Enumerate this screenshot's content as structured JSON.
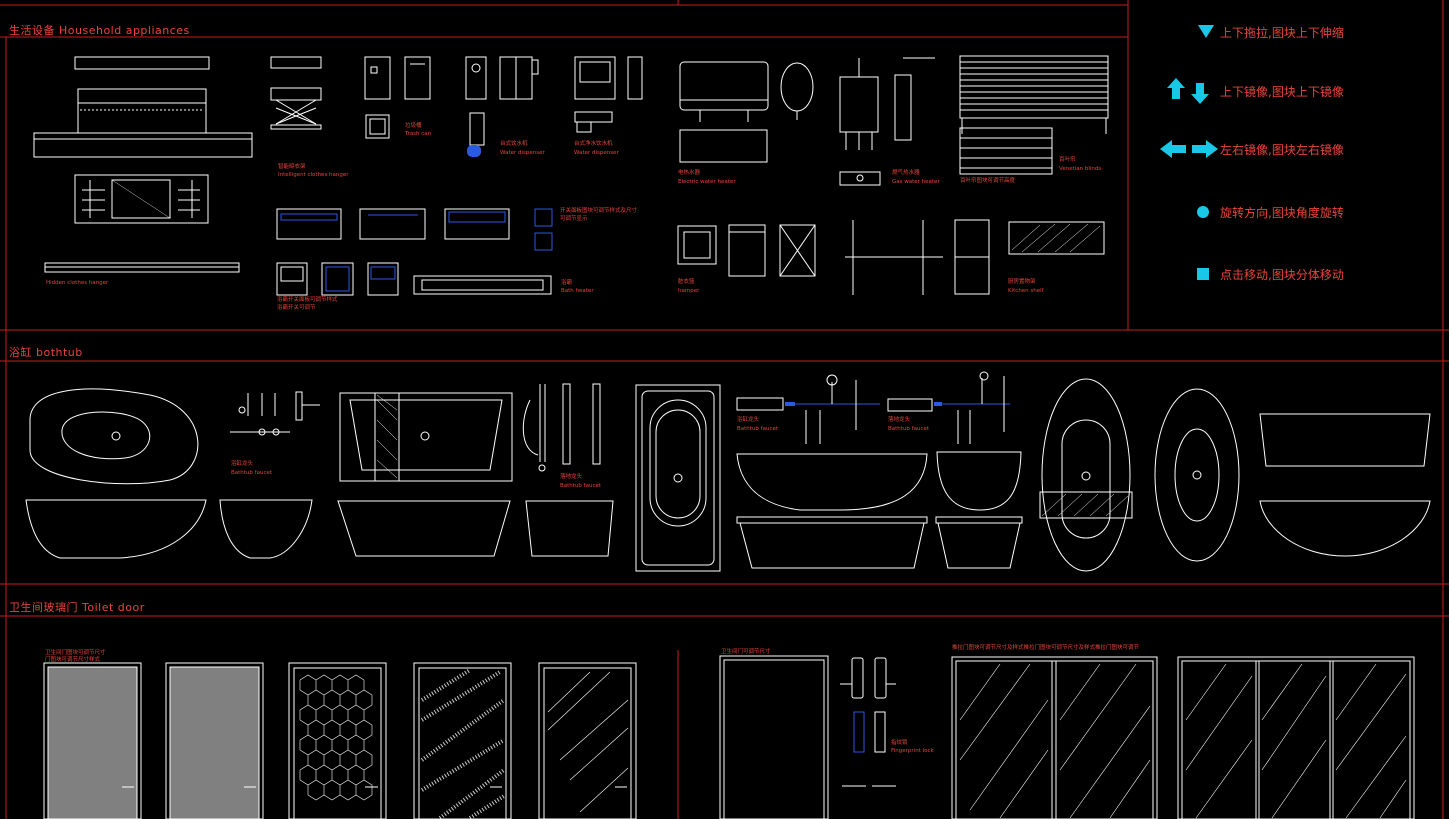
{
  "sections": {
    "household": "生活设备 Household appliances",
    "bathtub": "浴缸 bothtub",
    "toilet_door": "卫生间玻璃门 Toilet door"
  },
  "legend": [
    {
      "icon": "triangle-down-icon",
      "text": "上下拖拉,图块上下伸缩"
    },
    {
      "icon": "arrows-up-down-icon",
      "text": "上下镜像,图块上下镜像"
    },
    {
      "icon": "arrows-left-right-icon",
      "text": "左右镜像,图块左右镜像"
    },
    {
      "icon": "circle-dot-icon",
      "text": "旋转方向,图块角度旋转"
    },
    {
      "icon": "square-dot-icon",
      "text": "点击移动,图块分体移动"
    }
  ],
  "labels": {
    "hidden_hanger": "Hidden clothes hanger",
    "intelligent_hanger_cn": "智能晾衣架",
    "intelligent_hanger": "Intelligent clothes hanger",
    "trash_can_cn": "垃圾桶",
    "trash_can": "Trash can",
    "water_disp1_cn": "台式饮水机",
    "water_disp1": "Water dispenser",
    "water_disp2_cn": "台式净水饮水机",
    "water_disp2": "Water dispenser",
    "elec_heater_cn": "电热水器",
    "elec_heater": "Electric water heater",
    "gas_heater_cn": "燃气热水器",
    "gas_heater": "Gas water heater",
    "blinds_cn": "百叶帘",
    "blinds": "Venetian blinds",
    "blinds_note": "百叶帘图块可调节高度",
    "bath_heater_cn": "浴霸",
    "bath_heater": "Bath heater",
    "bath_heater_note1": "浴霸开关面板可调节样式",
    "bath_heater_note2": "浴霸开关可调节",
    "panel_note1": "开关面板图块可调节样式及尺寸",
    "panel_note2": "可调节显示",
    "hamper_cn": "脏衣篮",
    "hamper": "hamper",
    "kitchen_shelf_cn": "厨房置物架",
    "kitchen_shelf": "Kitchen shelf",
    "faucet1_cn": "浴缸龙头",
    "faucet1": "Bathtub faucet",
    "faucet2_cn": "浴缸龙头",
    "faucet2": "Bathtub faucet",
    "faucet3_cn": "落地龙头",
    "faucet3": "Bathtub faucet",
    "faucet4_cn": "落地龙头",
    "faucet4": "Bathtub faucet",
    "door_note1": "卫生间门图块可调节尺寸",
    "door_note2": "门图块可调节尺寸样式",
    "door_note3": "卫生间门可调节尺寸",
    "lock_cn": "指纹锁",
    "lock": "Fingerprint lock",
    "slide_note": "推拉门图块可调节尺寸及样式推拉门图块可调节尺寸及样式推拉门图块可调节"
  },
  "colors": {
    "frame": "#c81e1e",
    "line": "#ffffff",
    "text": "#e8453c",
    "accent": "#18c8e6",
    "blue": "#2a5ae0",
    "door_fill": "#808080"
  }
}
